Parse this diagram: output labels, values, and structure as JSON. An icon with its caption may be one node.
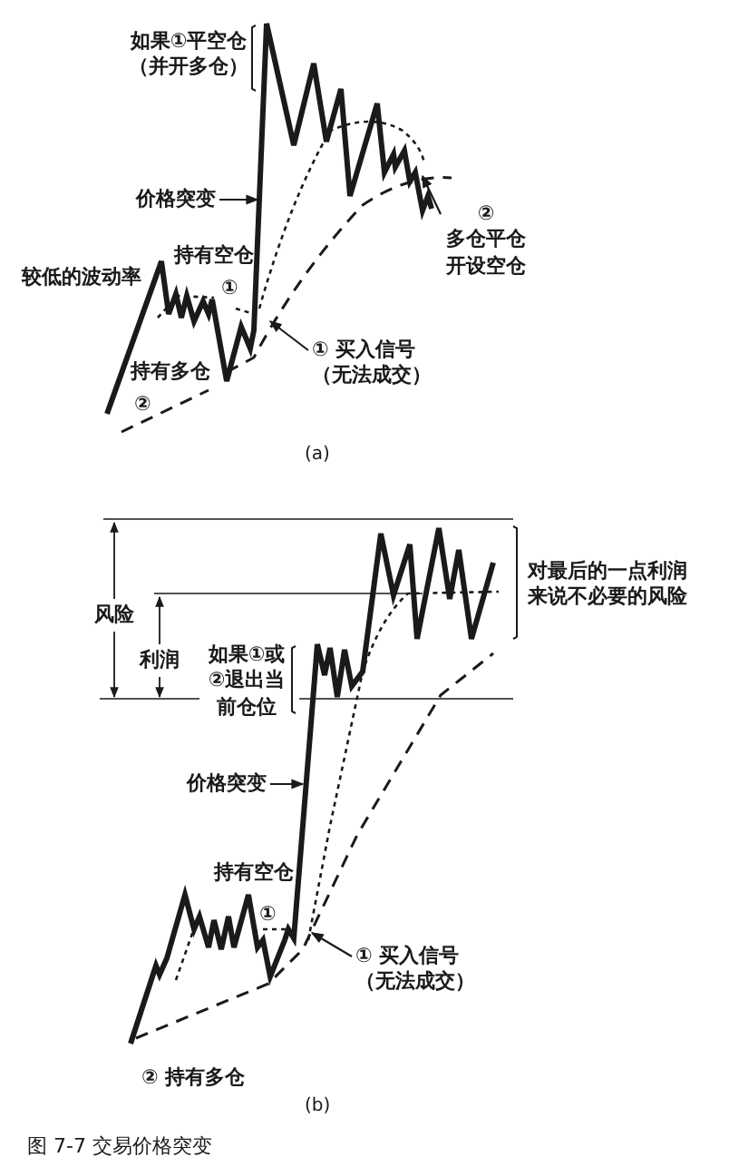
{
  "diagram": {
    "caption": "图 7-7 交易价格突变",
    "nodes": [
      {
        "text": [
          "价格突变"
        ]
      },
      {
        "text": [
          "① 买入信号（无法成交）"
        ]
      },
      {
        "text": [
          "②",
          "多仓平仓开设空仓"
        ]
      },
      {
        "text": [
          "价格突变"
        ]
      },
      {
        "text": [
          "① 买入信号（无法成交）"
        ]
      }
    ],
    "edges": [
      {
        "from": 0,
        "to": null,
        "arrow": "to"
      },
      {
        "from": 1,
        "to": null,
        "arrow": "to"
      },
      {
        "from": 2,
        "to": null,
        "arrow": "to"
      },
      {
        "from": 3,
        "to": null,
        "arrow": "to"
      },
      {
        "from": 4,
        "to": null,
        "arrow": "to"
      }
    ],
    "labels": [
      "如果①平空仓（并开多仓）",
      "较低的波动率",
      "持有空仓",
      "①",
      "持有多仓",
      "②",
      "(a)",
      "风险",
      "利润",
      "如果①或②退出当前仓位",
      "对最后的一点利润来说不必要的风险",
      "持有空仓",
      "①",
      "② 持有多仓",
      "(b)"
    ]
  }
}
